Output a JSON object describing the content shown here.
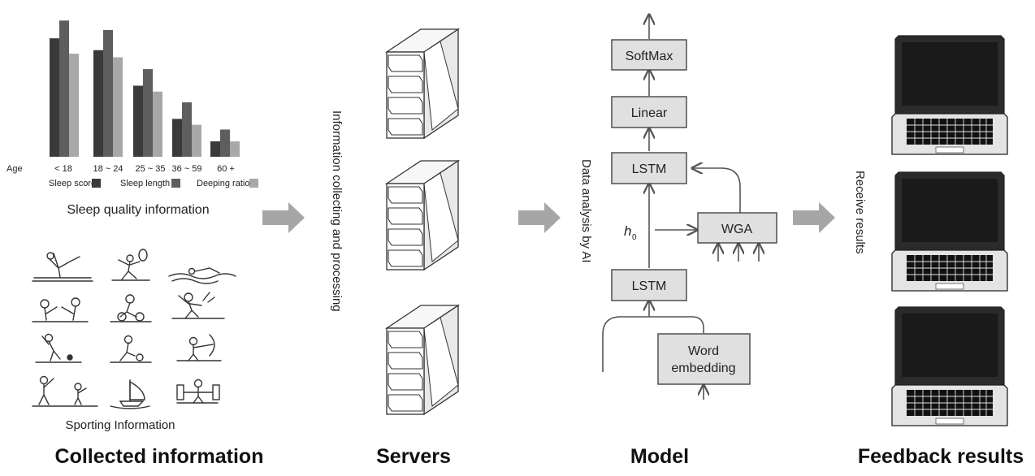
{
  "colors": {
    "series": [
      "#3a3a3a",
      "#5e5e5e",
      "#a8a8a8"
    ],
    "arrow": "#a6a6a6",
    "box_fill": "#e0e0e0",
    "line": "#555555"
  },
  "sleep_chart": {
    "type": "bar",
    "axis_label": "Age",
    "categories": [
      "< 18",
      "18 ~ 24",
      "25 ~ 35",
      "36 ~ 59",
      "60 +"
    ],
    "legend": [
      "Sleep score",
      "Sleep length",
      "Deeping ratio"
    ],
    "caption": "Sleep quality information"
  },
  "chart_data": {
    "type": "bar",
    "categories": [
      "< 18",
      "18 ~ 24",
      "25 ~ 35",
      "36 ~ 59",
      "60 +"
    ],
    "series": [
      {
        "name": "Sleep score",
        "values": [
          100,
          90,
          60,
          32,
          13
        ]
      },
      {
        "name": "Sleep length",
        "values": [
          115,
          107,
          74,
          46,
          23
        ]
      },
      {
        "name": "Deeping ratio",
        "values": [
          87,
          84,
          55,
          27,
          13
        ]
      }
    ],
    "xlabel": "Age",
    "ylim": [
      0,
      120
    ],
    "legend_position": "bottom",
    "grid": false
  },
  "sports": {
    "icons": [
      "gymnastics-icon",
      "badminton-icon",
      "swimming-icon",
      "boxing-icon",
      "cycling-icon",
      "dancing-icon",
      "shot-put-icon",
      "football-icon",
      "archery-icon",
      "tennis-icon",
      "sailing-icon",
      "weightlifting-icon"
    ],
    "caption": "Sporting Information"
  },
  "flow_labels": {
    "collect": "Information collecting and processing",
    "analysis": "Data analysis by AI",
    "receive": "Receive  results"
  },
  "model": {
    "softmax": "SoftMax",
    "linear": "Linear",
    "lstm_top": "LSTM",
    "wga": "WGA",
    "hidden": "h",
    "hidden_sub": "0",
    "lstm_bottom": "LSTM",
    "embedding_line1": "Word",
    "embedding_line2": "embedding"
  },
  "sections": {
    "collected": "Collected information",
    "servers": "Servers",
    "model": "Model",
    "feedback": "Feedback results"
  }
}
